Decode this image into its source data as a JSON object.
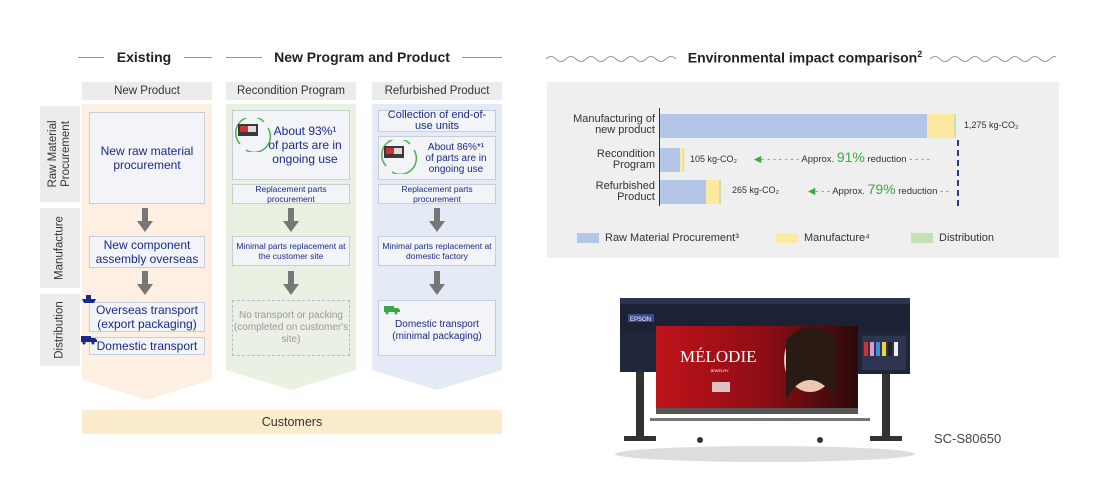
{
  "headers": {
    "existing": "Existing",
    "new_program": "New Program and Product",
    "env_title": "Environmental impact comparison",
    "env_sup": "2"
  },
  "columns": {
    "new_product": "New Product",
    "recondition": "Recondition Program",
    "refurbished": "Refurbished Product"
  },
  "rows": {
    "raw": "Raw Material\nProcurement",
    "manufacture": "Manufacture",
    "distribution": "Distribution"
  },
  "new_product": {
    "raw": "New raw material procurement",
    "manufacture": "New component assembly overseas",
    "dist1": "Overseas transport (export packaging)",
    "dist2": "Domestic transport"
  },
  "recondition": {
    "raw_main": "About 93%¹ of parts are in ongoing use",
    "raw_sub": "Replacement parts procurement",
    "manufacture": "Minimal parts replacement at the customer site",
    "distribution": "No transport or packing (completed on customer's site)"
  },
  "refurbished": {
    "raw_top": "Collection of end-of-use units",
    "raw_main": "About 86%*¹ of parts are in ongoing use",
    "raw_sub": "Replacement parts procurement",
    "manufacture": "Minimal parts replacement at domestic factory",
    "distribution": "Domestic transport (minimal packaging)"
  },
  "customers": "Customers",
  "chart_data": {
    "type": "bar",
    "orientation": "horizontal-stacked",
    "title": "Environmental impact comparison",
    "categories": [
      "Manufacturing of new product",
      "Recondition Program",
      "Refurbished Product"
    ],
    "series": [
      {
        "name": "Raw Material Procurement³",
        "color": "#b3c6e7",
        "values": [
          1150,
          88,
          200
        ]
      },
      {
        "name": "Manufacture⁴",
        "color": "#fde9a0",
        "values": [
          115,
          12,
          55
        ]
      },
      {
        "name": "Distribution",
        "color": "#c5e0b4",
        "values": [
          10,
          5,
          10
        ]
      }
    ],
    "totals": [
      "1,275 kg-CO₂",
      "105 kg-CO₂",
      "265 kg-CO₂"
    ],
    "reductions": [
      {
        "prefix": "Approx.",
        "pct": "91%",
        "suffix": "reduction"
      },
      {
        "prefix": "Approx.",
        "pct": "79%",
        "suffix": "reduction"
      }
    ],
    "xlim": [
      0,
      1275
    ]
  },
  "colors": {
    "accent_blue": "#1a2a8a",
    "reduction_green": "#3aa845",
    "dashed_line": "#2a3a8f"
  },
  "product": {
    "model": "SC-S80650",
    "brand": "EPSON",
    "banner_text": "MÉLODIE",
    "banner_sub": "JEWELRY"
  }
}
